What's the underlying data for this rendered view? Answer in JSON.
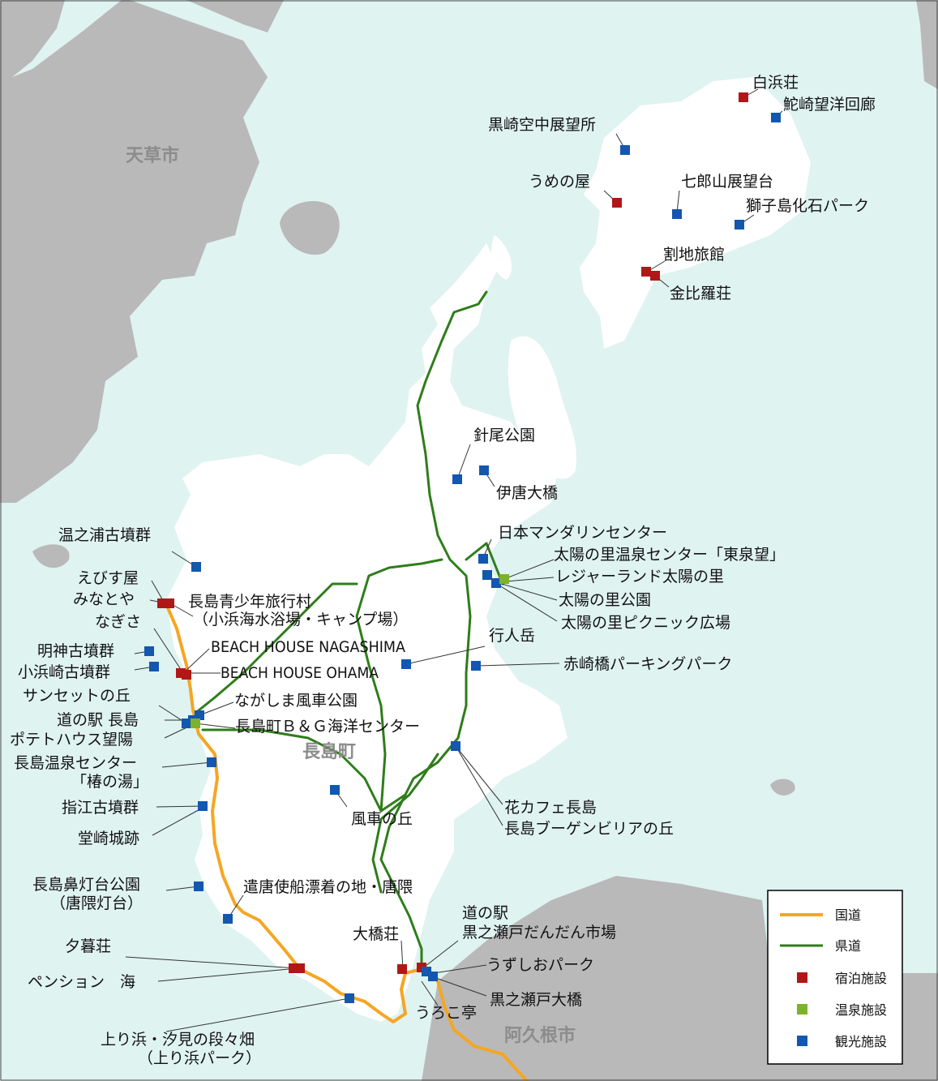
{
  "colors": {
    "sea": "#dff3f1",
    "other_land": "#b9b9b9",
    "nagashima_land": "#ffffff",
    "national_road": "#f5a623",
    "prefectural_road": "#2e7d1a",
    "lodging": "#b01818",
    "hot_spring": "#7cb32a",
    "tourism": "#1257b0"
  },
  "municipalities": {
    "amakusa": "天草市",
    "nagashima": "長島町",
    "akune": "阿久根市"
  },
  "legend": {
    "national_road": "国道",
    "prefectural_road": "県道",
    "lodging": "宿泊施設",
    "hot_spring": "温泉施設",
    "tourism": "観光施設"
  },
  "places": {
    "shirahama_so": "白浜荘",
    "dazaki_corridor": "鮀崎望洋回廊",
    "kurosaki_observatory": "黒崎空中展望所",
    "umenoya": "うめの屋",
    "shichiroyama": "七郎山展望台",
    "shishijima_fossil": "獅子島化石パーク",
    "wariji_ryokan": "割地旅館",
    "konpira_so": "金比羅荘",
    "hario_park": "針尾公園",
    "ikara_bridge": "伊唐大橋",
    "mandarin_center": "日本マンダリンセンター",
    "taiyo_onsen": "太陽の里温泉センター「東泉望」",
    "leisureland": "レジャーランド太陽の里",
    "taiyo_park": "太陽の里公園",
    "taiyo_picnic": "太陽の里ピクニック広場",
    "gyonindake": "行人岳",
    "akasaki_parking": "赤崎橋パーキングパーク",
    "yunoura_tumulus": "温之浦古墳群",
    "ebisuya": "えびす屋",
    "minatoya": "みなとや",
    "nagisa": "なぎさ",
    "youth_village_1": "長島青少年旅行村",
    "youth_village_2": "（小浜海水浴場・キャンプ場）",
    "beach_nagashima": "BEACH HOUSE NAGASHIMA",
    "beach_ohama": "BEACH HOUSE OHAMA",
    "myojin_tumulus": "明神古墳群",
    "kohamazaki_tumulus": "小浜崎古墳群",
    "sunset_hill": "サンセットの丘",
    "windmill_park": "ながしま風車公園",
    "michinoeki_nagashima": "道の駅 長島",
    "potato_house": "ポテトハウス望陽",
    "bg_center": "長島町Ｂ＆Ｇ海洋センター",
    "onsen_center": "長島温泉センター",
    "tsubaki_no_yu": "「椿の湯」",
    "sashie_tumulus": "指江古墳群",
    "dozaki_castle": "堂崎城跡",
    "windmill_hill": "風車の丘",
    "flower_cafe": "花カフェ長島",
    "bougainvillea_hill": "長島ブーゲンビリアの丘",
    "lighthouse_park": "長島鼻灯台公園",
    "karakuma_lighthouse": "（唐隈灯台）",
    "kentoshi_site": "遣唐使船漂着の地・唐隈",
    "yugure_so": "夕暮荘",
    "pension_umi": "ペンション　海",
    "agaribama_1": "上り浜・汐見の段々畑",
    "agaribama_2": "（上り浜パーク）",
    "ohashi_so": "大橋荘",
    "michinoeki_kuronoseto_1": "道の駅",
    "michinoeki_kuronoseto_2": "黒之瀬戸だんだん市場",
    "uzushio_park": "うずしおパーク",
    "kuronoseto_bridge": "黒之瀬戸大橋",
    "urokotei": "うろこ亭"
  }
}
